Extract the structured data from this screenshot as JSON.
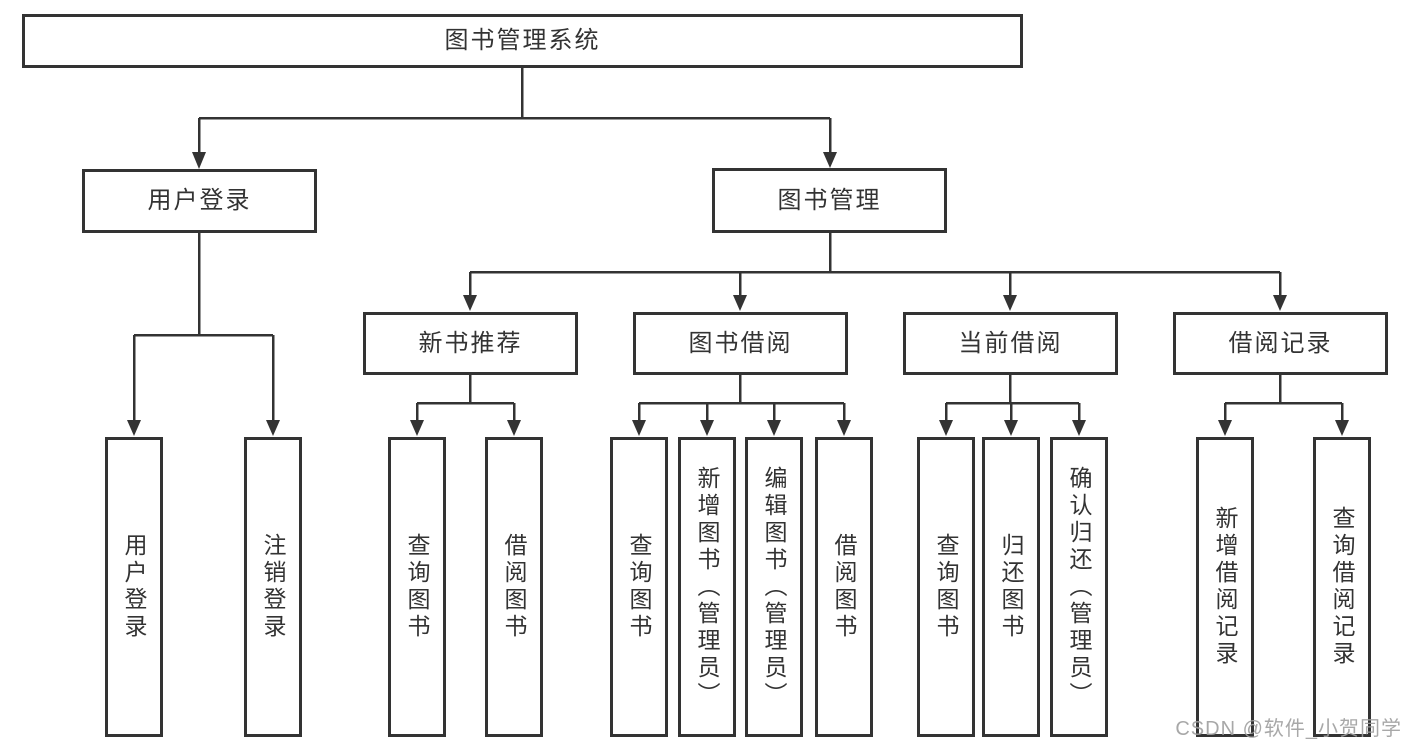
{
  "diagram": {
    "title": "图书管理系统",
    "nodes": {
      "root": "图书管理系统",
      "user_login": "用户登录",
      "book_mgmt": "图书管理",
      "new_book_rec": "新书推荐",
      "book_borrow": "图书借阅",
      "current_borrow": "当前借阅",
      "borrow_records": "借阅记录",
      "leaves": {
        "user_login": "用户登录",
        "logout": "注销登录",
        "query_book_rec": "查询图书",
        "borrow_book_rec": "借阅图书",
        "query_book_borrow": "查询图书",
        "add_book_admin": "新增图书（管理员）",
        "edit_book_admin": "编辑图书（管理员）",
        "borrow_book": "借阅图书",
        "query_book_current": "查询图书",
        "return_book": "归还图书",
        "confirm_return_admin": "确认归还（管理员）",
        "add_borrow_record": "新增借阅记录",
        "query_borrow_record": "查询借阅记录"
      }
    },
    "colors": {
      "line": "#333333",
      "text": "#333333",
      "background": "#ffffff",
      "watermark": "#9e9e9e"
    }
  },
  "watermark": {
    "text": "CSDN @软件_小贺同学"
  }
}
